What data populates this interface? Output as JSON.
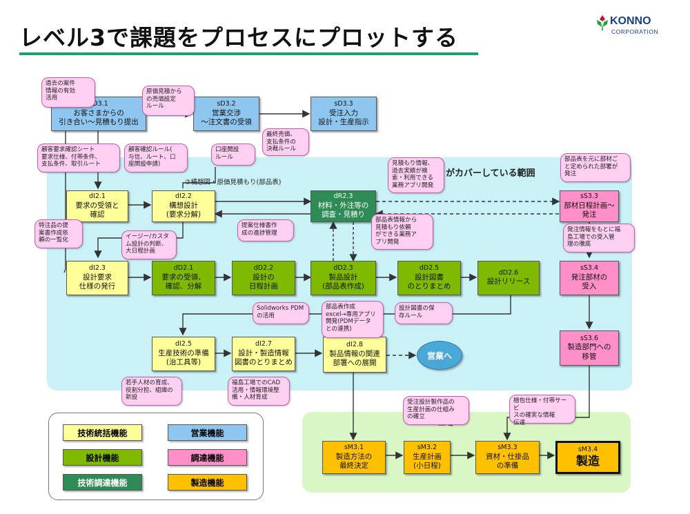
{
  "header": {
    "title": "レベル3で課題をプロセスにプロットする",
    "logo_name": "KONNO",
    "logo_sub": "CORPORATION"
  },
  "regions": {
    "cover_label": "がカバーしている範囲",
    "mfg_label": "工場"
  },
  "boxes": {
    "sd31": {
      "code": "sD3.1",
      "text": "お客さまからの\n引き合い～見積もり提出"
    },
    "sd32": {
      "code": "sD3.2",
      "text": "営業交渉\n～注文書の受領"
    },
    "sd33": {
      "code": "sD3.3",
      "text": "受注入力\n設計・生産指示"
    },
    "di21": {
      "code": "dI2.1",
      "text": "要求の受領と\n確認"
    },
    "di22": {
      "code": "dI2.2",
      "text": "構想設計\n(要求分解)"
    },
    "dr23": {
      "code": "dR2.3",
      "text": "材料・外注等の\n調査・見積り"
    },
    "ss33": {
      "code": "sS3.3",
      "text": "部材日程計画～\n発注"
    },
    "di23": {
      "code": "dI2.3",
      "text": "設計要求\n仕様の発行"
    },
    "dd21": {
      "code": "dD2.1",
      "text": "要求の受領、\n確認、分解"
    },
    "dd22": {
      "code": "dD2.2",
      "text": "設計の\n日程計画"
    },
    "dd23": {
      "code": "dD2.3",
      "text": "製品設計\n(部品表作成)"
    },
    "dd25": {
      "code": "dD2.5",
      "text": "設計図書\nのとりまとめ"
    },
    "dd26": {
      "code": "dD2.6",
      "text": "設計リリース"
    },
    "ss34": {
      "code": "sS3.4",
      "text": "発注部材の\n受入"
    },
    "di25": {
      "code": "dI2.5",
      "text": "生産技術の準備\n(治工具等)"
    },
    "di27": {
      "code": "dI2.7",
      "text": "設計・製造情報\n図書のとりまとめ"
    },
    "di28": {
      "code": "dI2.8",
      "text": "製品情報の関連\n部署への展開"
    },
    "ss36": {
      "code": "sS3.6",
      "text": "製造部門への\n移管"
    },
    "sm31": {
      "code": "sM3.1",
      "text": "製造方法の\n最終決定"
    },
    "sm32": {
      "code": "sM3.2",
      "text": "生産計画\n(小日程)"
    },
    "sm33": {
      "code": "sM3.3",
      "text": "資材・仕掛品\nの準備"
    },
    "sm34": {
      "code": "sM3.4",
      "text": "製造"
    }
  },
  "oval": {
    "text": "営業へ"
  },
  "labels": {
    "concept": "②構想図・原価見積もり(部品表)"
  },
  "callouts": {
    "c1": "過去の案件\n情報の有効\n活用",
    "c2": "原価見積から\nの売価設定\nルール",
    "c3": "最終売価、\n支払条件の\n決裁ルール",
    "c4": "口座開設\nルール",
    "c5": "顧客要求確認シート\n要求仕様、付帯条件、\n支払条件、取引ルート",
    "c6": "顧客確認ルール(\n与信、ルート、口\n座開設申請)",
    "c7": "見積もり情報、\n過去実績が検\n索・利用できる\n業務アプリ開発",
    "c8": "部品表を元に部材ご\nと定められた部署が\n発注",
    "c9": "特注品の提\n案書作成依\n頼の一覧化",
    "c10": "イージー/カスタ\nム設計の判断、\n大日程計画",
    "c11": "提案仕様書作\n成の進捗管理",
    "c12": "部品表情報から\n見積もり依頼\nができる業務ア\nプリ開発",
    "c13": "発注情報をもとに福\n島工場での受入管\n理の徹底",
    "c14": "Solidworks PDM\nの活用",
    "c15": "部品表作成\nexcel→専用アプリ\n開発(PDMデータ\nとの連携)",
    "c16": "設計図書の保\n存ルール",
    "c17": "若手人材の育成、\n役割分担、組織の\n新設",
    "c18": "福島工場でのCAD\n活用・情報環境整\n備・人材育成",
    "c19": "受注設計製作品の\n生産計画の仕組み\nの確立",
    "c20": "梱包仕様・付帯サービ\nスの確実な情報\n伝達"
  },
  "legend": {
    "items": [
      "技術統括機能",
      "営業機能",
      "設計機能",
      "調達機能",
      "技術調達機能",
      "製造機能"
    ]
  },
  "colors": {
    "yellow": "#ffff99",
    "blue": "#8fc6f0",
    "green": "#7fba00",
    "dark_green": "#2f8b55",
    "pink": "#ff8fc8",
    "orange": "#ffc000",
    "cover_region": "#c9f1f6",
    "mfg_region": "#d8f7c4",
    "title_bar": "#1f9e6a"
  }
}
